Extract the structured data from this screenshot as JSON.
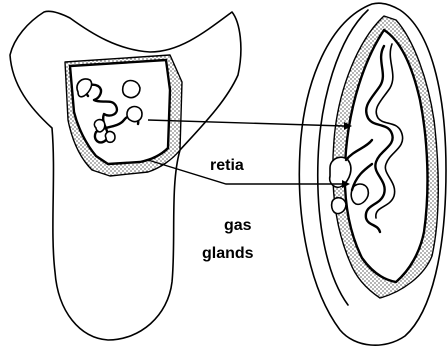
{
  "labels": {
    "retia": "retia",
    "gas_line1": "gas",
    "gas_line2": "glands"
  }
}
